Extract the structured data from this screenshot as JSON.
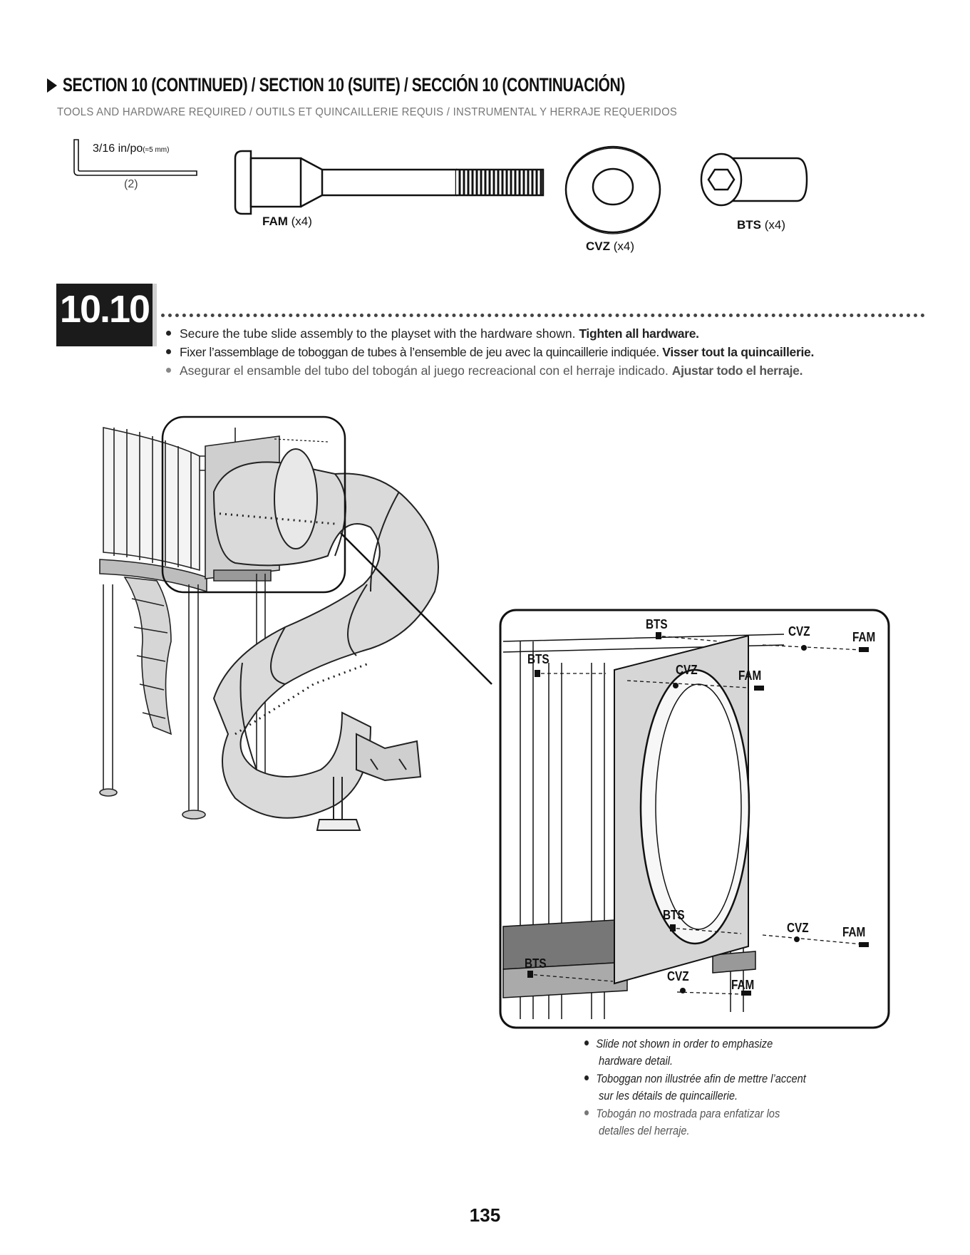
{
  "header": {
    "title": "SECTION 10 (CONTINUED) / SECTION 10 (SUITE) / SECCIÓN 10 (CONTINUACIÓN)",
    "subtitle": "TOOLS AND HARDWARE REQUIRED / OUTILS ET QUINCAILLERIE REQUIS / INSTRUMENTAL Y HERRAJE REQUERIDOS"
  },
  "tools": {
    "hex_key_size": "3/16 in/po",
    "hex_key_metric": "(≈5 mm)",
    "hex_key_qty": "(2)"
  },
  "hardware": [
    {
      "code": "FAM",
      "qty": "(x4)"
    },
    {
      "code": "CVZ",
      "qty": "(x4)"
    },
    {
      "code": "BTS",
      "qty": "(x4)"
    }
  ],
  "step": {
    "number": "10.10",
    "instructions": {
      "en": {
        "text": "Secure the tube slide assembly to the playset with the hardware shown.",
        "bold": "Tighten all hardware."
      },
      "fr": {
        "text": "Fixer l’assemblage de toboggan de tubes à l’ensemble de jeu avec la quincaillerie indiquée.",
        "bold": "Visser tout la quincaillerie."
      },
      "es": {
        "text": "Asegurar el ensamble del tubo del tobogán al juego recreacional con el herraje indicado.",
        "bold": "Ajustar todo el herraje."
      }
    }
  },
  "detail_labels": {
    "bts": "BTS",
    "cvz": "CVZ",
    "fam": "FAM"
  },
  "callout": {
    "en_line1": "Slide not shown in order to emphasize",
    "en_line2": "hardware detail.",
    "fr_line1": "Toboggan non illustrée afin de mettre l’accent",
    "fr_line2": "sur les détails de quincaillerie.",
    "es_line1": "Tobogán no mostrada para enfatizar los",
    "es_line2": "detalles del herraje."
  },
  "page_number": "135"
}
